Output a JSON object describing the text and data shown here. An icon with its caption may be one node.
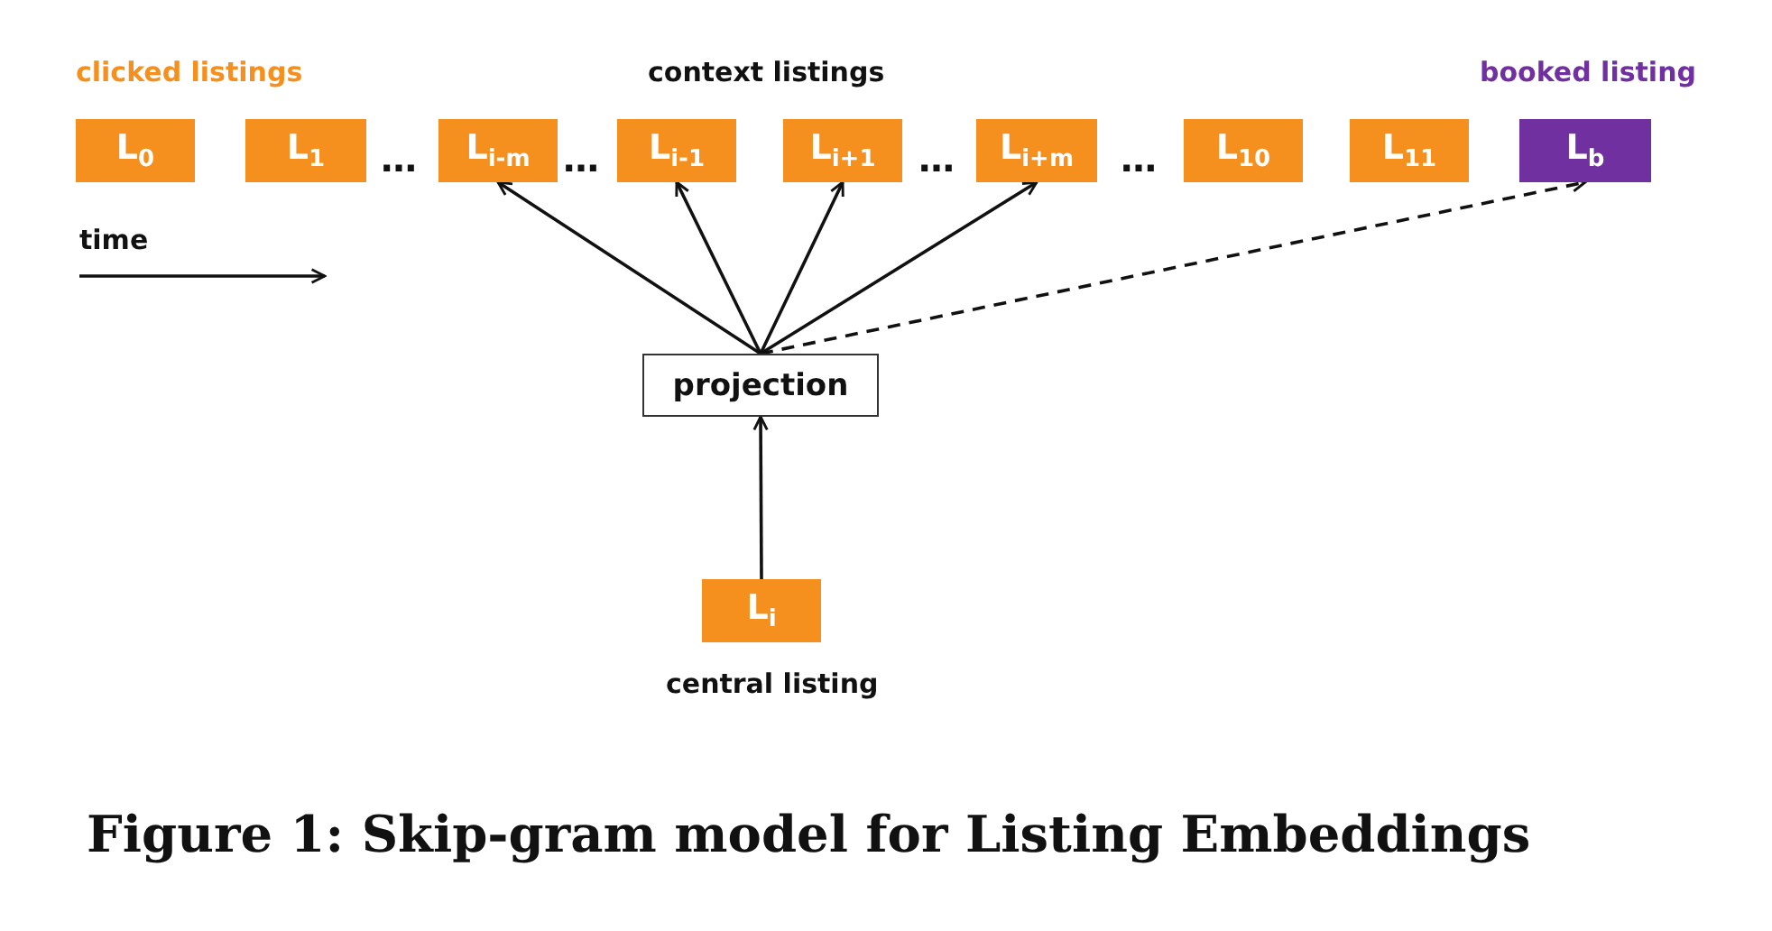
{
  "diagram": {
    "caption": "Figure 1: Skip-gram model for Listing Embeddings",
    "nodes": [
      {
        "text": [
          "L$_{0}$"
        ]
      },
      {
        "text": [
          "L$_{1}$"
        ]
      },
      {
        "text": [
          "L$_{i-m}$"
        ]
      },
      {
        "text": [
          "L$_{i-1}$"
        ]
      },
      {
        "text": [
          "L$_{i+1}$"
        ]
      },
      {
        "text": [
          "L$_{i+m}$"
        ]
      },
      {
        "text": [
          "L$_{10}$"
        ]
      },
      {
        "text": [
          "L$_{11}$"
        ]
      },
      {
        "text": [
          "L$_{b}$"
        ]
      },
      {
        "text": [
          "projection"
        ]
      },
      {
        "text": [
          "L$_{i}$"
        ],
        "beside": [
          "central listing"
        ]
      }
    ],
    "edges": [
      {
        "from": 10,
        "to": 9,
        "arrow": "to"
      },
      {
        "from": 9,
        "to": 2,
        "arrow": "to"
      },
      {
        "from": 9,
        "to": 3,
        "arrow": "to"
      },
      {
        "from": 9,
        "to": 4,
        "arrow": "to"
      },
      {
        "from": 9,
        "to": 5,
        "arrow": "to"
      },
      {
        "from": 9,
        "to": 8,
        "arrow": "to",
        "style": "dashed"
      }
    ],
    "labels": [
      "clicked listings",
      "context listings",
      "booked listing",
      "…",
      "…",
      "…",
      "…",
      "time"
    ]
  }
}
